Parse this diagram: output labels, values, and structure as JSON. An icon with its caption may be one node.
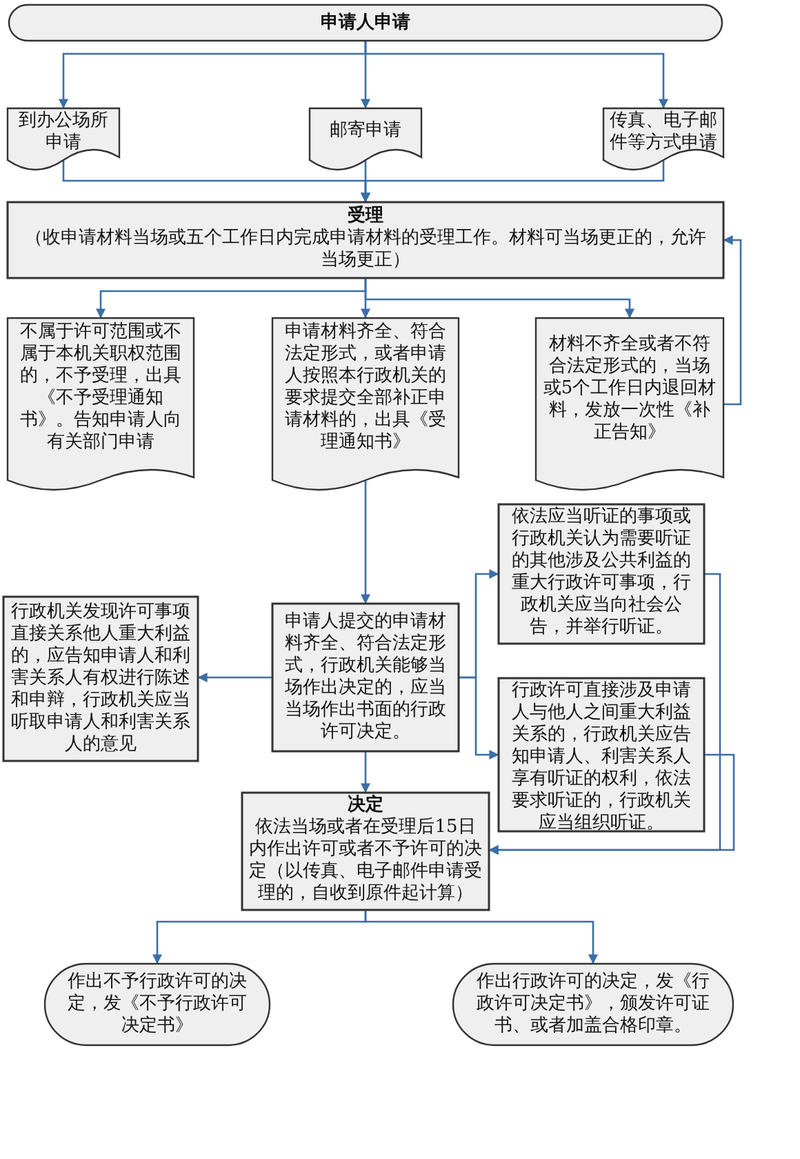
{
  "diagram": {
    "nodes": [
      {
        "text": [
          "申请人申请"
        ]
      },
      {
        "text": [
          "到办公场所申请"
        ]
      },
      {
        "text": [
          "邮寄申请"
        ]
      },
      {
        "text": [
          "传真、电子邮件等方式申请"
        ]
      },
      {
        "text": [
          "受理",
          "（收申请材料当场或五个工作日内完成申请材料的受理工作。材料可当场更正的，允许当场更正）"
        ]
      },
      {
        "text": [
          "不属于许可范围或不属于本机关职权范围的，不予受理，出具《不予受理通知书》。告知申请人向有关部门申请"
        ]
      },
      {
        "text": [
          "申请材料齐全、符合法定形式，或者申请人按照本行政机关的要求提交全部补正申请材料的，出具《受理通知书》"
        ]
      },
      {
        "text": [
          "材料不齐全或者不符合法定形式的，当场或5个工作日内退回材料，发放一次性《补正告知》"
        ]
      },
      {
        "text": [
          "申请人提交的申请材料齐全、符合法定形式，行政机关能够当场作出决定的，应当当场作出书面的行政许可决定。"
        ]
      },
      {
        "text": [
          "行政机关发现许可事项直接关系他人重大利益的，应告知申请人和利害关系人有权进行陈述和申辩，行政机关应当听取申请人和利害关系人的意见"
        ]
      },
      {
        "text": [
          "依法应当听证的事项或行政机关认为需要听证的其他涉及公共利益的重大行政许可事项，行政机关应当向社会公告，并举行听证。"
        ]
      },
      {
        "text": [
          "行政许可直接涉及申请人与他人之间重大利益关系的，行政机关应告知申请人、利害关系人享有听证的权利，依法要求听证的，行政机关应当组织听证。"
        ]
      },
      {
        "text": [
          "决定",
          "依法当场或者在受理后15日内作出许可或者不予许可的决定（以传真、电子邮件申请受理的，自收到原件起计算）"
        ]
      },
      {
        "text": [
          "作出不予行政许可的决定，发《不予行政许可决定书》"
        ]
      },
      {
        "text": [
          "作出行政许可的决定，发《行政许可决定书》，颁发许可证书、或者加盖合格印章。"
        ]
      }
    ],
    "edges": [
      {
        "from": 0,
        "to": 1,
        "arrow": "to"
      },
      {
        "from": 0,
        "to": 2,
        "arrow": "to"
      },
      {
        "from": 0,
        "to": 3,
        "arrow": "to"
      },
      {
        "from": 1,
        "to": 4,
        "arrow": "to"
      },
      {
        "from": 2,
        "to": 4,
        "arrow": "to"
      },
      {
        "from": 3,
        "to": 4,
        "arrow": "to"
      },
      {
        "from": 4,
        "to": 5,
        "arrow": "to"
      },
      {
        "from": 4,
        "to": 6,
        "arrow": "to"
      },
      {
        "from": 4,
        "to": 7,
        "arrow": "to"
      },
      {
        "from": 7,
        "to": 4,
        "arrow": "to"
      },
      {
        "from": 6,
        "to": 8,
        "arrow": "to"
      },
      {
        "from": 8,
        "to": 9,
        "arrow": "to"
      },
      {
        "from": 8,
        "to": 10,
        "arrow": "to"
      },
      {
        "from": 8,
        "to": 11,
        "arrow": "to"
      },
      {
        "from": 8,
        "to": 12,
        "arrow": "to"
      },
      {
        "from": 10,
        "to": 12,
        "arrow": "to"
      },
      {
        "from": 11,
        "to": 12,
        "arrow": "to"
      },
      {
        "from": 12,
        "to": 13,
        "arrow": "to"
      },
      {
        "from": 12,
        "to": 14,
        "arrow": "to"
      }
    ]
  }
}
